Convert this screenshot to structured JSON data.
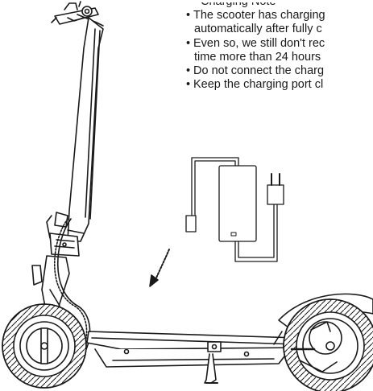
{
  "manual": {
    "partial_heading": "Charging Note",
    "bullets": [
      {
        "lines": [
          "The scooter has charging",
          "automatically after fully c"
        ]
      },
      {
        "lines": [
          "Even so, we still don't rec",
          "time more than 24 hours"
        ]
      },
      {
        "lines": [
          "Do not connect the charg"
        ]
      },
      {
        "lines": [
          "Keep the charging port cl"
        ]
      }
    ]
  },
  "illustration": {
    "subject": "electric-scooter",
    "inset": "charger-adapter-with-plug",
    "line_color": "#1a1a1a"
  }
}
